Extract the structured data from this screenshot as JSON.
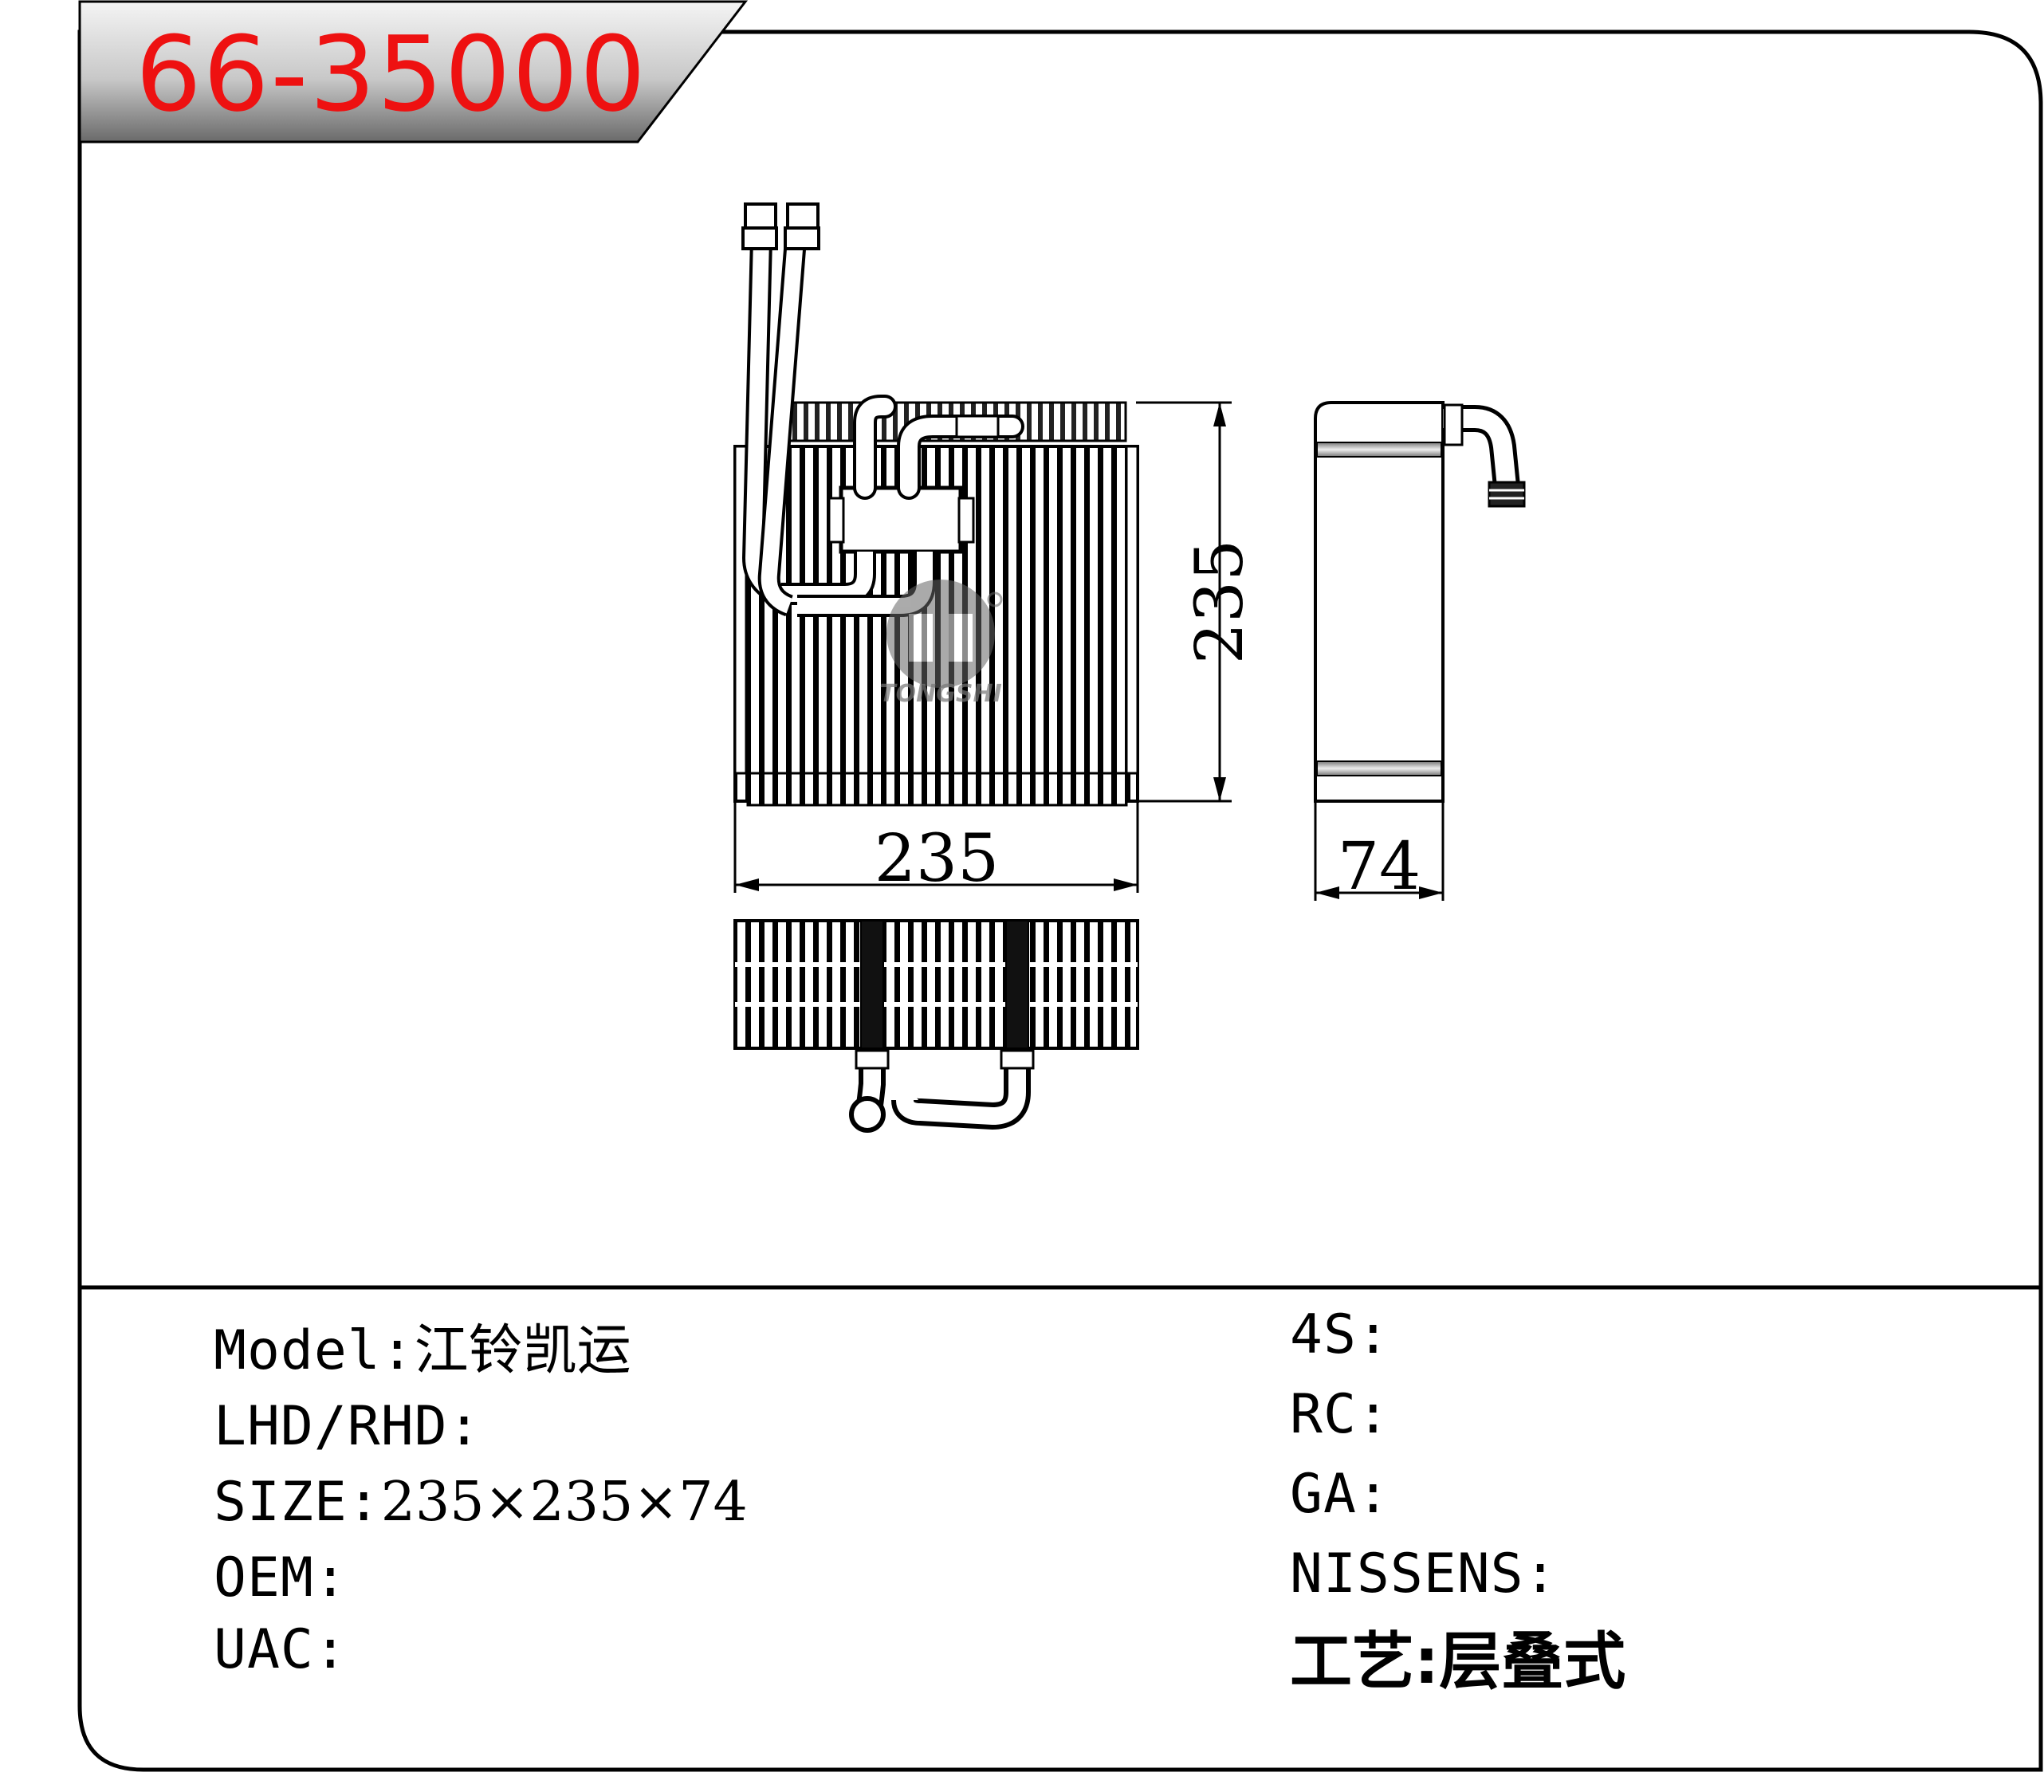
{
  "part_number": "66-35000",
  "dimensions": {
    "width": "235",
    "height": "235",
    "depth": "74"
  },
  "watermark": "TONGSHI",
  "specs_left": [
    {
      "label": "Model:",
      "value": "江铃凯运"
    },
    {
      "label": "LHD/RHD:",
      "value": ""
    },
    {
      "label": "SIZE:",
      "value": "235×235×74"
    },
    {
      "label": "OEM:",
      "value": ""
    },
    {
      "label": "UAC:",
      "value": ""
    }
  ],
  "specs_right": [
    {
      "label": "4S:",
      "value": ""
    },
    {
      "label": "RC:",
      "value": ""
    },
    {
      "label": "GA:",
      "value": ""
    },
    {
      "label": "NISSENS:",
      "value": ""
    },
    {
      "label": "工艺:",
      "value": "层叠式"
    }
  ],
  "colors": {
    "title_red": "#ee1111",
    "line": "#000000"
  }
}
